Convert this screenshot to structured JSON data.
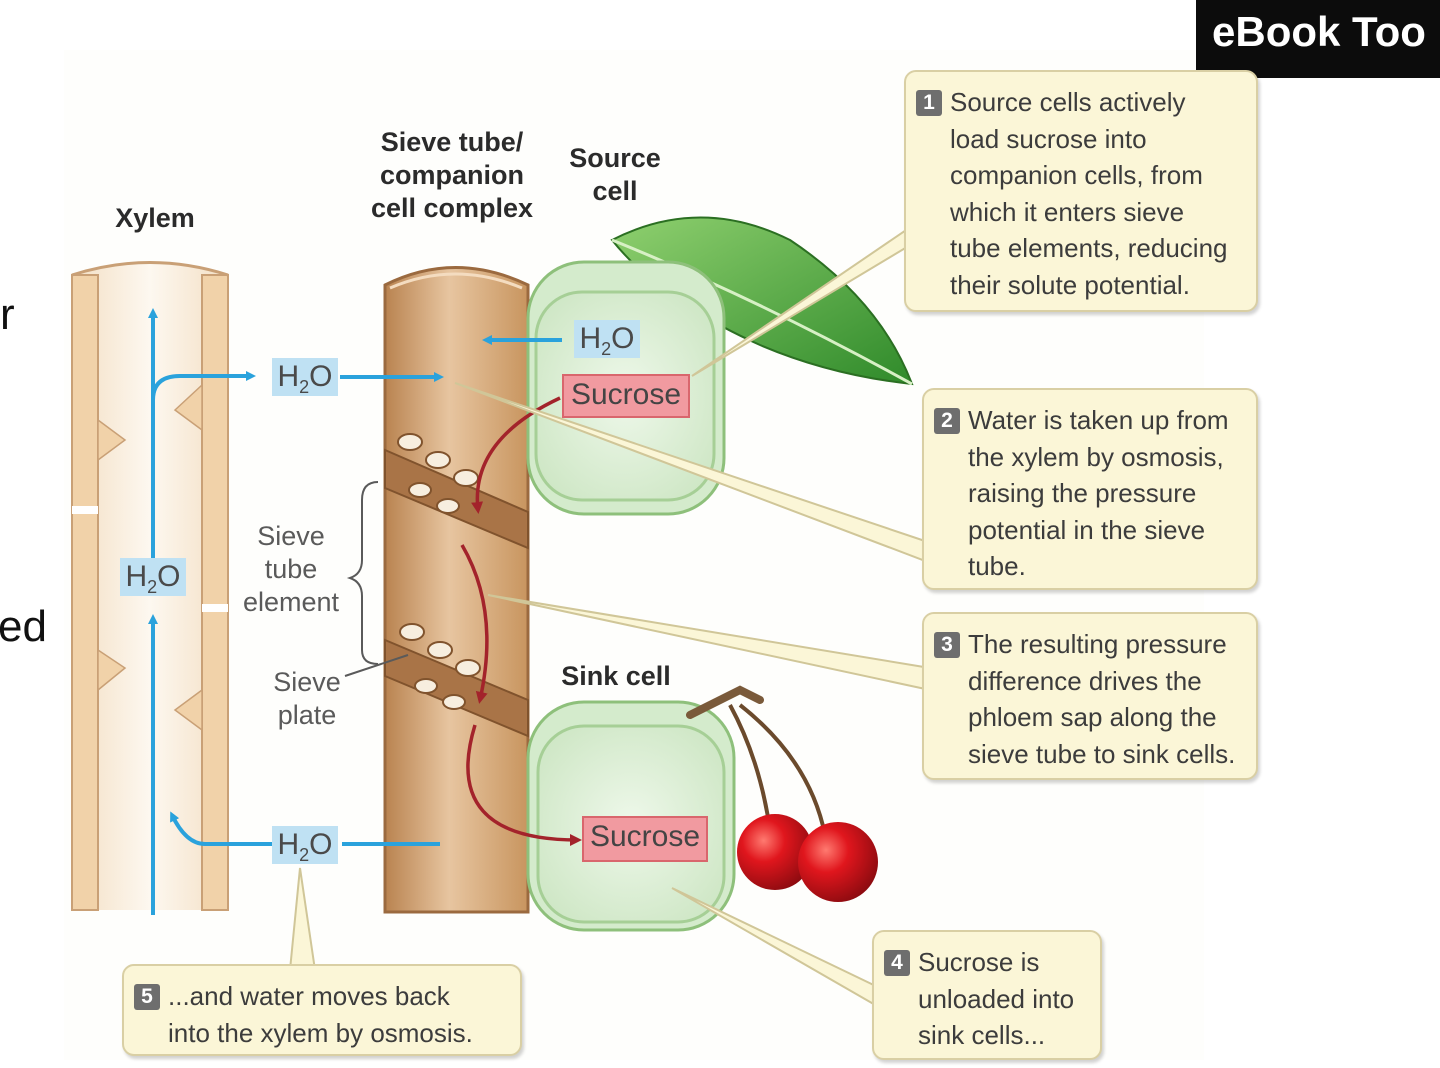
{
  "toolbar": {
    "label": "eBook Too"
  },
  "side_text": {
    "fragment_1": "r",
    "fragment_2": "ed"
  },
  "labels": {
    "xylem": "Xylem",
    "sieve_tube_complex": "Sieve tube/\ncompanion\ncell complex",
    "source_cell": "Source\ncell",
    "sink_cell": "Sink cell",
    "sieve_tube_element": "Sieve\ntube\nelement",
    "sieve_plate": "Sieve\nplate"
  },
  "tags": {
    "h2o_prefix": "H",
    "h2o_sub": "2",
    "h2o_suffix": "O",
    "sucrose": "Sucrose"
  },
  "steps": [
    {
      "number": "1",
      "text": "Source cells actively\nload sucrose into\ncompanion cells, from\nwhich it enters sieve\ntube elements, reducing\ntheir solute potential."
    },
    {
      "number": "2",
      "text": "Water is taken up from\nthe xylem by osmosis,\nraising the pressure\npotential in the sieve\ntube."
    },
    {
      "number": "3",
      "text": "The resulting pressure\ndifference drives the\nphloem sap along the\nsieve tube to sink cells."
    },
    {
      "number": "4",
      "text": "Sucrose is\nunloaded into\nsink cells..."
    },
    {
      "number": "5",
      "text": "...and water moves back\ninto the xylem by osmosis."
    }
  ],
  "colors": {
    "water_arrow": "#2aa2dc",
    "sucrose_arrow": "#a3232b",
    "xylem_wall": "#f0cfa4",
    "sieve_tube": "#c4905e",
    "cell_fill": "#dcefd6",
    "cell_border": "#8ec07b",
    "callout_fill": "#fbf6d7",
    "leaf": "#4ea63a",
    "cherry": "#d0141a"
  }
}
